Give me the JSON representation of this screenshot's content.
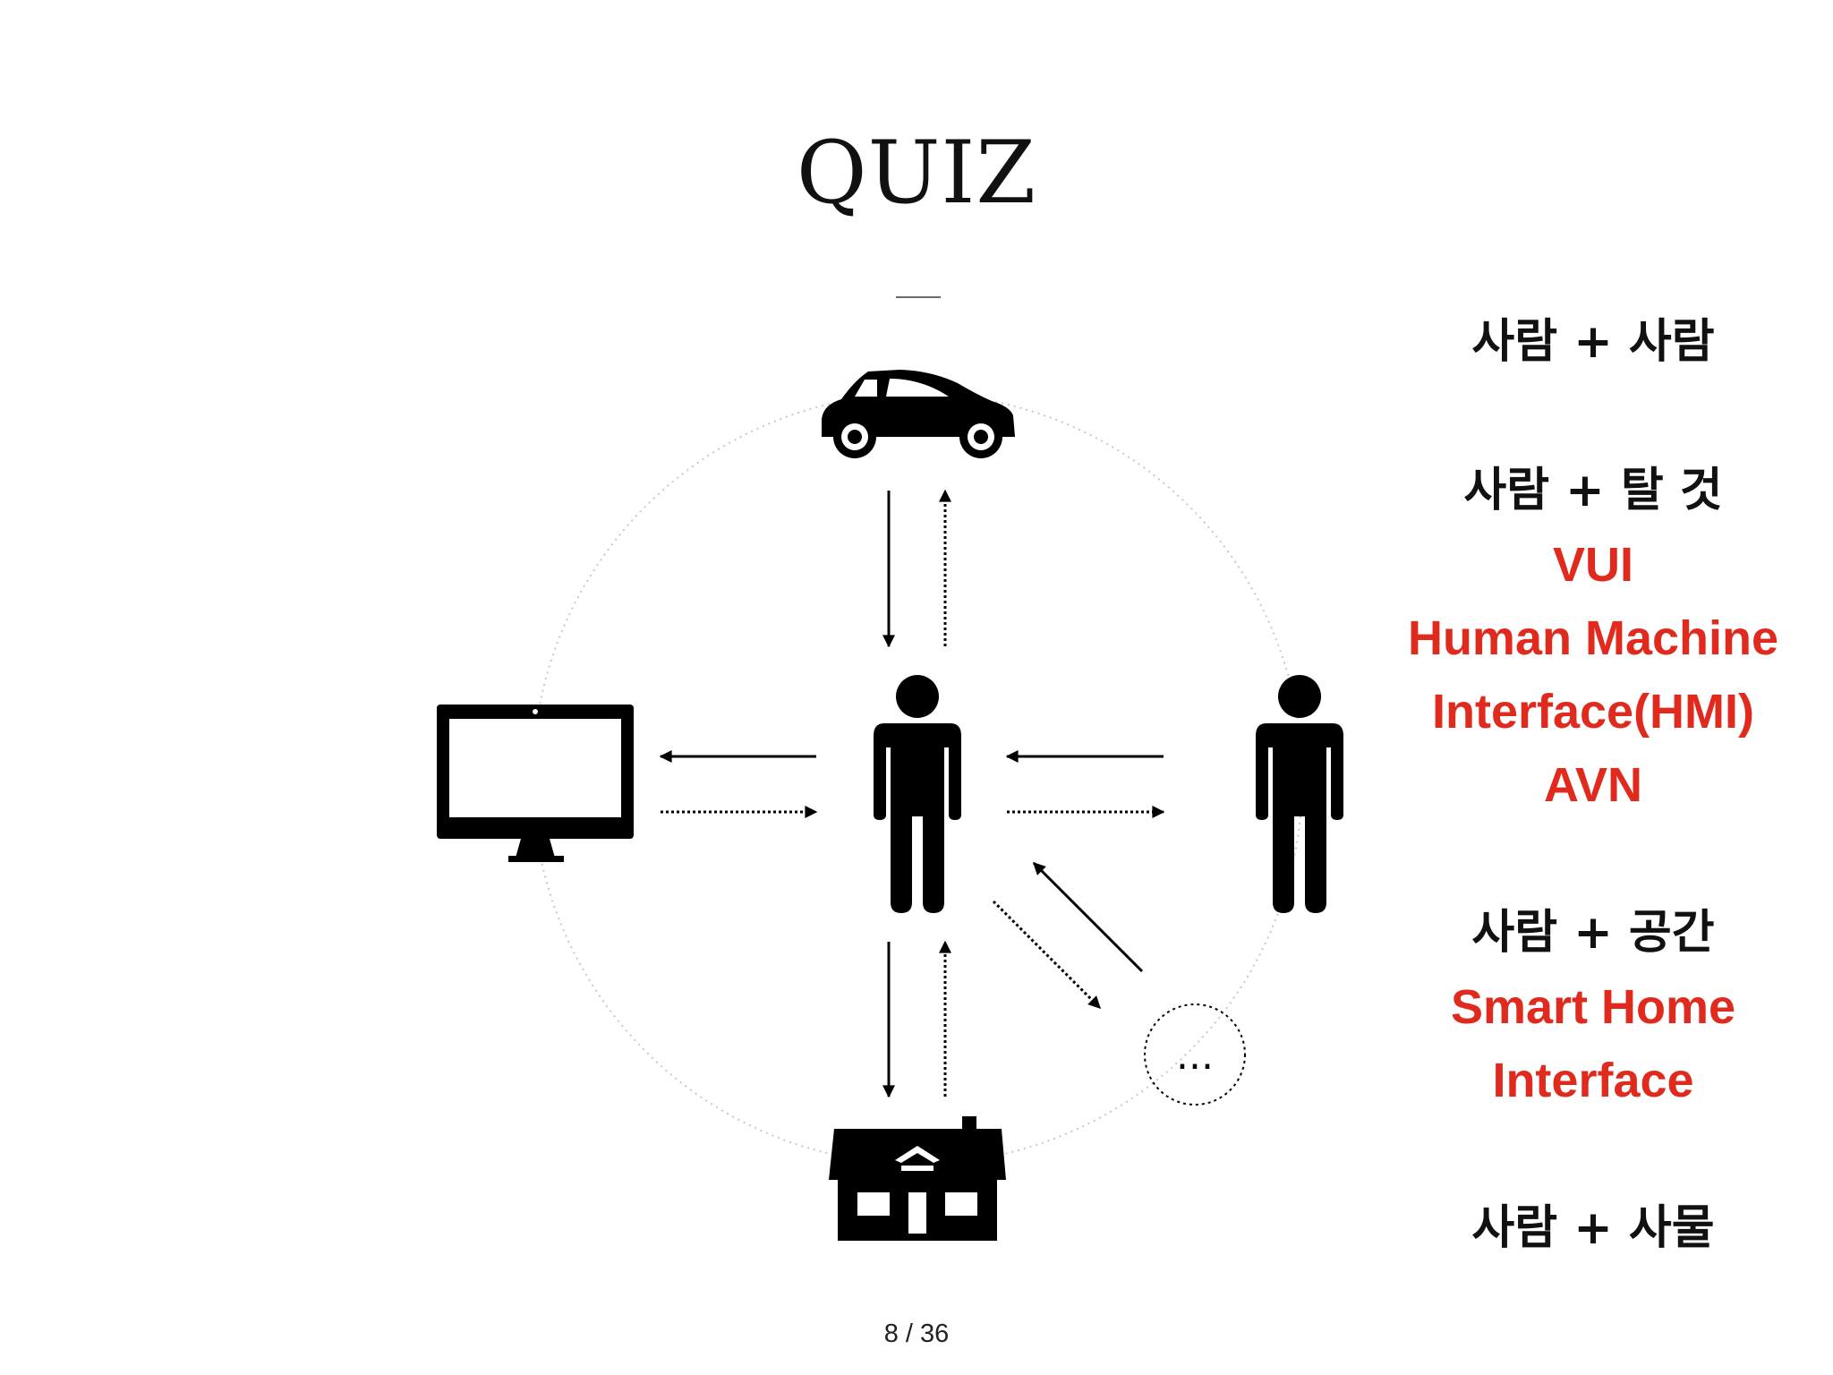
{
  "slide": {
    "title": "QUIZ",
    "page_number": "8 / 36"
  },
  "diagram": {
    "icons": [
      "car-icon",
      "monitor-icon",
      "person-icon",
      "person-icon",
      "house-icon",
      "ellipsis-circle-icon"
    ],
    "ellipsis_label": "..."
  },
  "categories": [
    {
      "label": "사람 + 사람",
      "answers": []
    },
    {
      "label": "사람 + 탈 것",
      "answers": [
        "VUI",
        "Human Machine",
        "Interface(HMI)",
        "AVN"
      ]
    },
    {
      "label": "사람 + 공간",
      "answers": [
        "Smart Home",
        "Interface"
      ]
    },
    {
      "label": "사람 + 사물",
      "answers": []
    }
  ],
  "colors": {
    "text": "#111111",
    "answer": "#e02a1d",
    "guide_circle": "#c8c8c8"
  }
}
